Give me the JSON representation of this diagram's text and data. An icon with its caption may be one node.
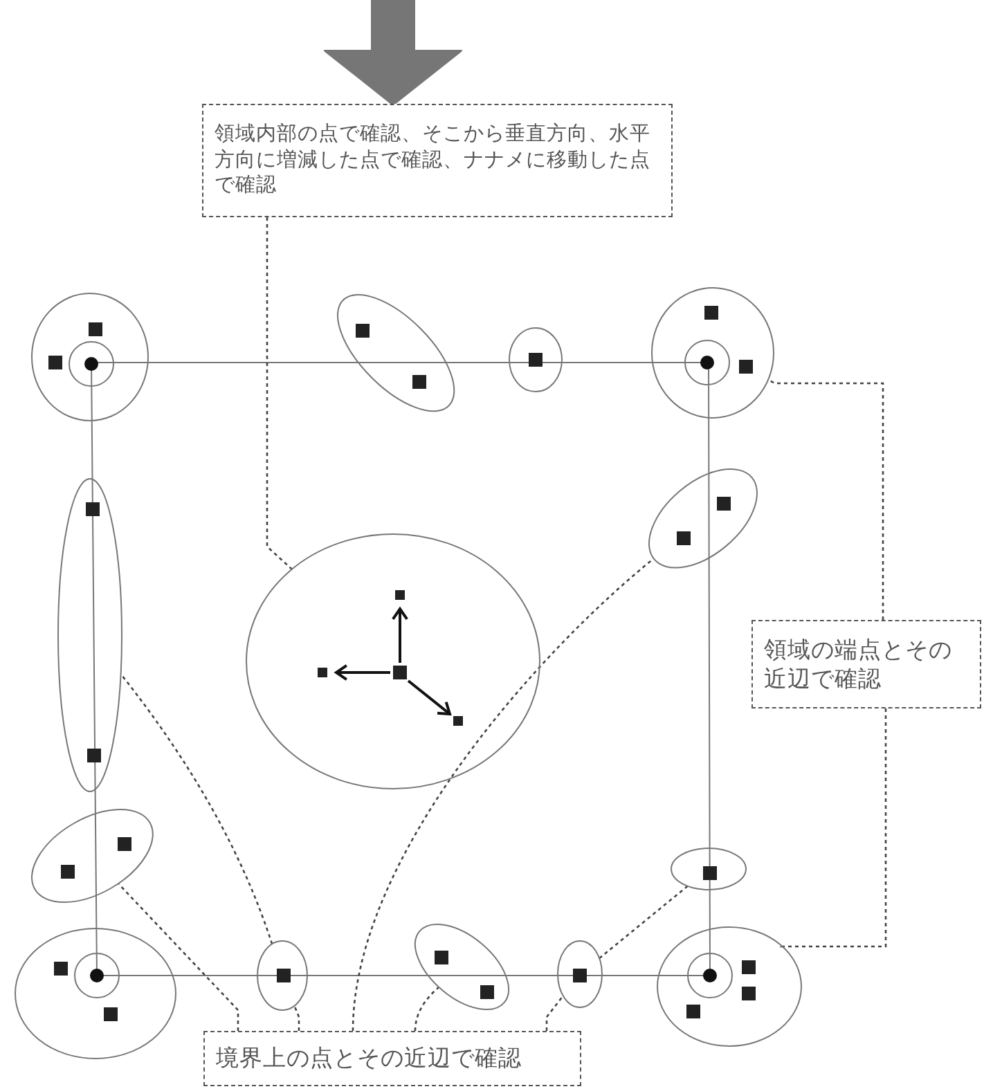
{
  "diagram": {
    "nodes": [
      {
        "text": [
          "領域内部の点で確認、そこから垂直方向、水平方向に増減した点で確認、ナナメに移動した点で確認"
        ]
      },
      {
        "text": [],
        "shape": "ellipse"
      },
      {
        "text": [],
        "shape": "ellipse"
      },
      {
        "text": [],
        "shape": "ellipse"
      },
      {
        "text": [],
        "shape": "ellipse"
      },
      {
        "text": [],
        "shape": "ellipse"
      },
      {
        "text": [],
        "shape": "ellipse"
      },
      {
        "text": [],
        "shape": "ellipse"
      },
      {
        "text": [
          "領域の端点とその近辺で確認"
        ]
      },
      {
        "text": [],
        "shape": "ellipse"
      },
      {
        "text": [],
        "shape": "ellipse"
      },
      {
        "text": [],
        "shape": "ellipse"
      },
      {
        "text": [],
        "shape": "ellipse"
      },
      {
        "text": [],
        "shape": "ellipse"
      },
      {
        "text": [],
        "shape": "ellipse"
      },
      {
        "text": [],
        "shape": "ellipse"
      },
      {
        "text": [
          "境界上の点とその近辺で確認"
        ]
      }
    ],
    "edges": [
      {
        "from": null,
        "to": 0,
        "arrow": "to",
        "style": "thick",
        "color": "#767676"
      },
      {
        "from": 0,
        "to": 7,
        "arrow": "none",
        "style": "dashed"
      },
      {
        "from": 8,
        "to": 4,
        "arrow": "none",
        "style": "dashed"
      },
      {
        "from": 8,
        "to": 15,
        "arrow": "none",
        "style": "dashed"
      },
      {
        "from": 16,
        "to": 9,
        "arrow": "none",
        "style": "dashed"
      },
      {
        "from": 16,
        "to": 12,
        "arrow": "none",
        "style": "dashed"
      },
      {
        "from": 12,
        "to": 6,
        "arrow": "none",
        "style": "dashed"
      },
      {
        "from": 16,
        "to": 5,
        "arrow": "none",
        "style": "dashed"
      },
      {
        "from": 16,
        "to": 13,
        "arrow": "none",
        "style": "dashed"
      },
      {
        "from": 16,
        "to": 14,
        "arrow": "none",
        "style": "dashed"
      },
      {
        "from": 14,
        "to": 10,
        "arrow": "none",
        "style": "dashed"
      }
    ]
  }
}
